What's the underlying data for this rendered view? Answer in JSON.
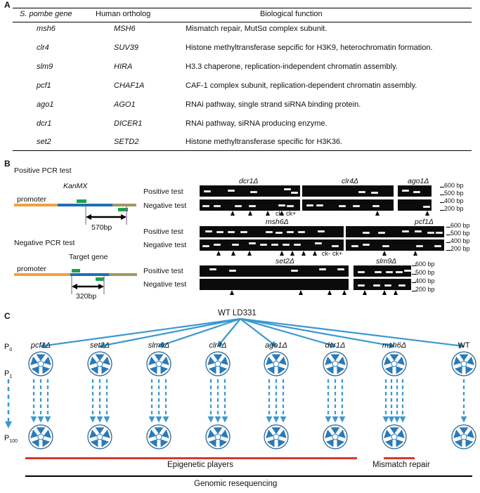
{
  "panelA": {
    "letter": "A",
    "headers": {
      "gene": "S. pombe gene",
      "gene_suffix": "",
      "ortholog": "Human ortholog",
      "function": "Biological function"
    },
    "rows": [
      {
        "gene": "msh6",
        "ortholog": "MSH6",
        "function": "Mismatch repair, MutSα complex subunit."
      },
      {
        "gene": "clr4",
        "ortholog": "SUV39",
        "function": "Histone methyltransferase sepcific for H3K9, heterochromatin formation."
      },
      {
        "gene": "slm9",
        "ortholog": "HIRA",
        "function": "H3.3 chaperone, replication-independent chromatin assembly."
      },
      {
        "gene": "pcf1",
        "ortholog": "CHAF1A",
        "function": "CAF-1 complex subunit, replication-dependent chromatin assembly."
      },
      {
        "gene": "ago1",
        "ortholog": "AGO1",
        "function": "RNAi pathway, single strand siRNA binding protein."
      },
      {
        "gene": "dcr1",
        "ortholog": "DICER1",
        "function": "RNAi pathway, siRNA producing enzyme."
      },
      {
        "gene": "set2",
        "ortholog": "SETD2",
        "function": "Histone methyltransferase specific for H3K36."
      }
    ]
  },
  "panelB": {
    "letter": "B",
    "positive_title": "Positive PCR test",
    "negative_title": "Negative PCR test",
    "promoter": "promoter",
    "kanmx": "KanMX",
    "target_gene": "Target gene",
    "size_pos": "570bp",
    "size_neg": "320bp",
    "row_pos": "Positive test",
    "row_neg": "Negative test",
    "ladder": [
      "600 bp",
      "500 bp",
      "400 bp",
      "200 bp"
    ],
    "ck_minus": "ck-",
    "ck_plus": "ck+",
    "gel_titles": {
      "dcr1": "dcr1Δ",
      "clr4": "clr4Δ",
      "ago1": "ago1Δ",
      "msh6": "msh6Δ",
      "pcf1": "pcf1Δ",
      "set2": "set2Δ",
      "slm9": "slm9Δ"
    }
  },
  "panelC": {
    "letter": "C",
    "root": "WT LD331",
    "strains": [
      "pcf1Δ",
      "set2Δ",
      "slm9Δ",
      "clr4Δ",
      "ago1Δ",
      "dcr1Δ",
      "msh6Δ",
      "WT"
    ],
    "p0": "P",
    "p0_sub": "0",
    "p1": "P",
    "p1_sub": "1",
    "p100": "P",
    "p100_sub": "100",
    "group_epigenetic": "Epigenetic players",
    "group_mismatch": "Mismatch repair",
    "footer": "Genomic resequencing",
    "colors": {
      "arrow": "#3a98d0",
      "red_rule": "#d63a2e",
      "promoter": "#f0a040",
      "gene_blue": "#1f6fb5",
      "olive": "#a09860",
      "green": "#1fa050"
    }
  }
}
